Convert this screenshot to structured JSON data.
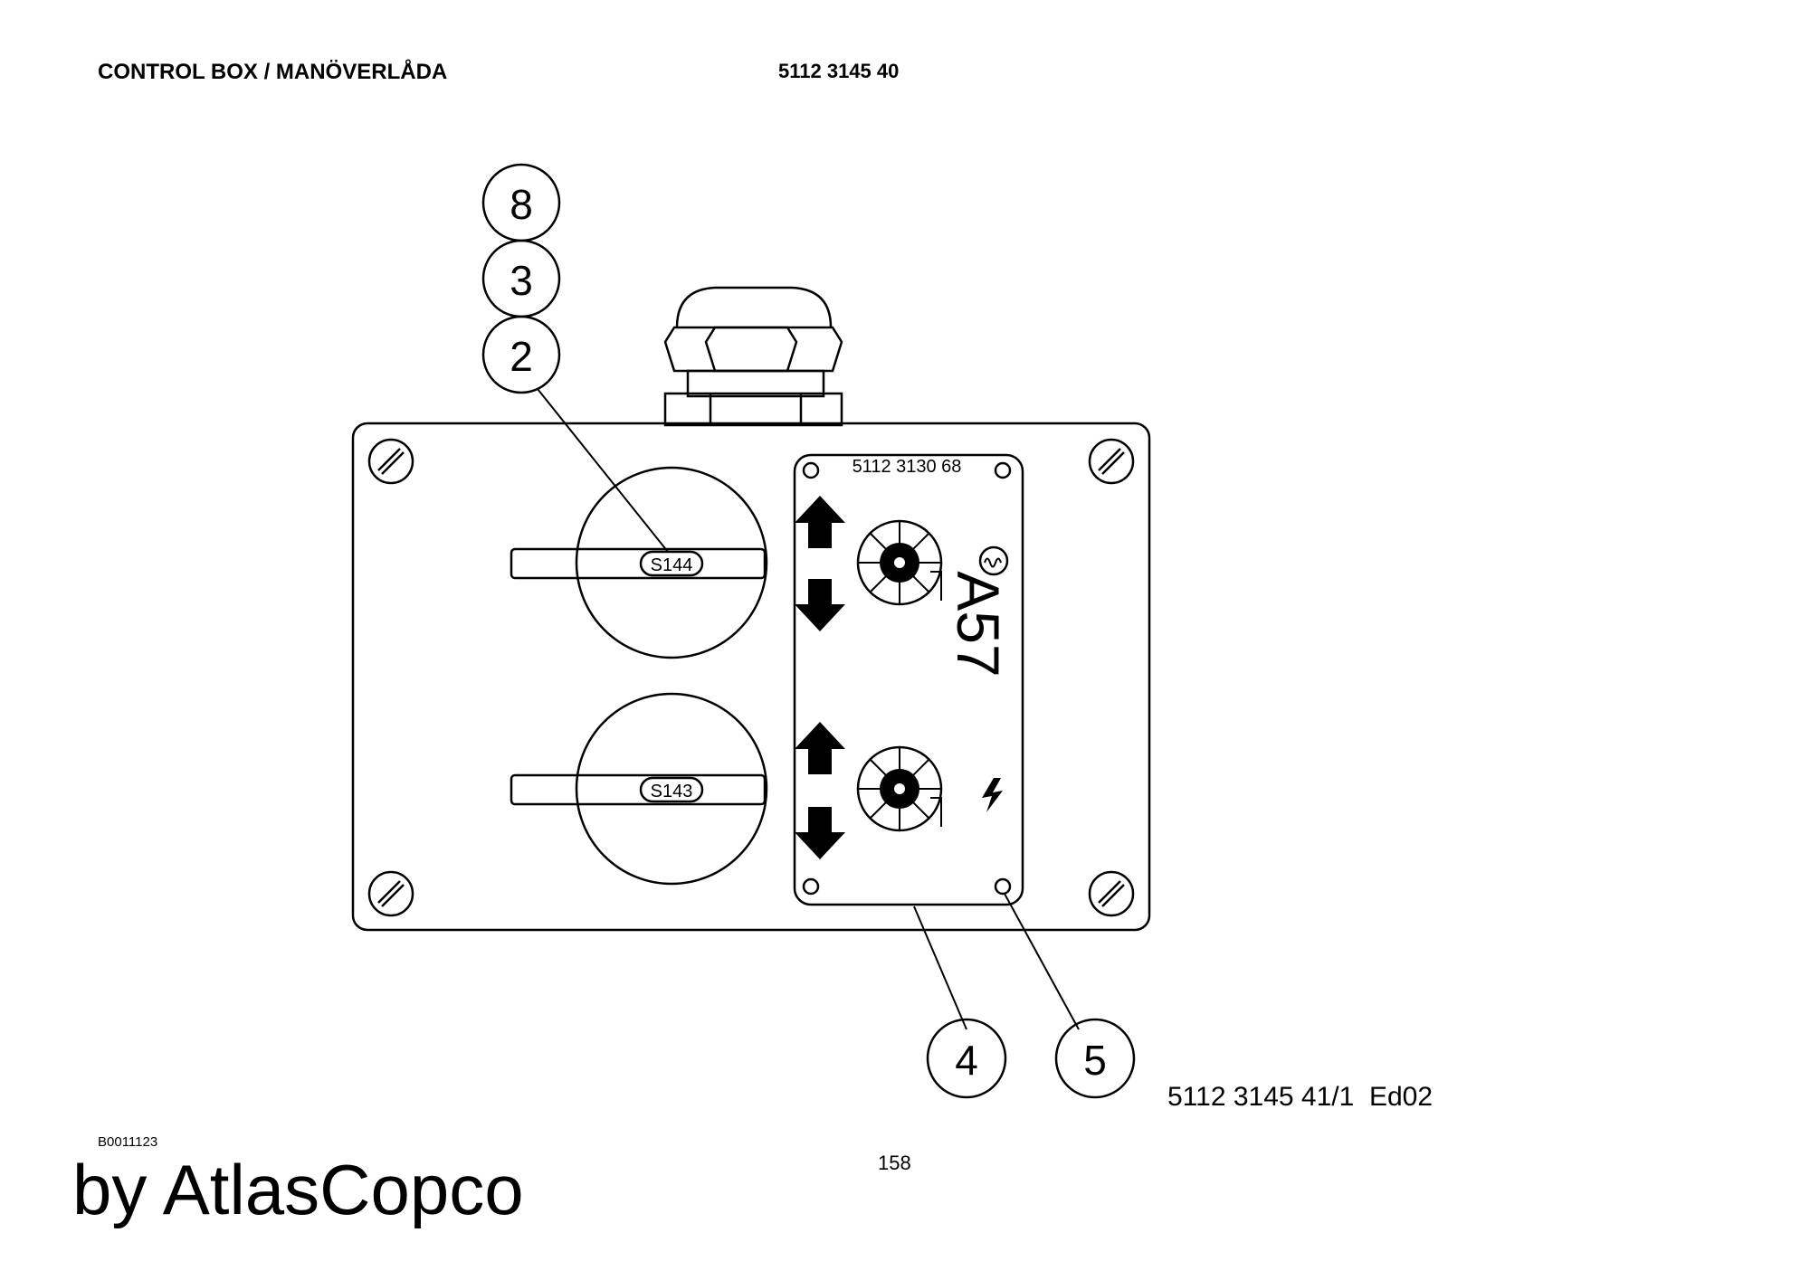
{
  "header": {
    "title": "CONTROL BOX / MANÖVERLÅDA",
    "part_number": "5112 3145 40"
  },
  "diagram": {
    "panel_label": "5112 3130 68",
    "designator": "A57",
    "switches": [
      {
        "label": "S144"
      },
      {
        "label": "S143"
      }
    ],
    "callouts": [
      "8",
      "3",
      "2",
      "4",
      "5"
    ],
    "drawing_reference": "5112 3145 41/1  Ed02",
    "icons": [
      "arrow-up-icon",
      "arrow-down-icon",
      "lamp-symbol-icon",
      "lightning-icon",
      "screw-icon"
    ]
  },
  "footer": {
    "drawing_code": "B0011123",
    "page_number": "158",
    "watermark": "by AtlasCopco"
  }
}
